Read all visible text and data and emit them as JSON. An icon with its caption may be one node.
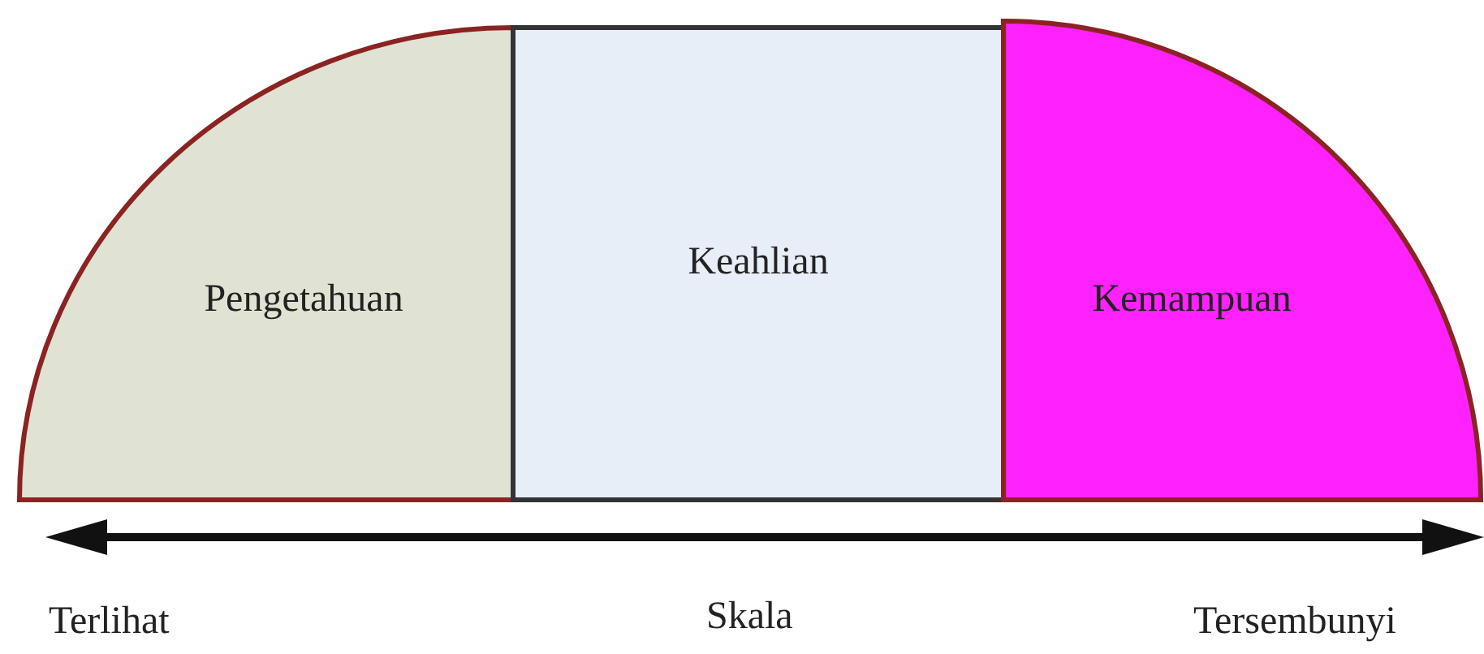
{
  "diagram": {
    "nodes": [
      {
        "text": [
          "Pengetahuan"
        ]
      },
      {
        "text": [
          "Keahlian"
        ]
      },
      {
        "text": [
          "Kemampuan"
        ]
      }
    ],
    "labels": [
      "Terlihat",
      "Skala",
      "Tersembunyi"
    ]
  }
}
